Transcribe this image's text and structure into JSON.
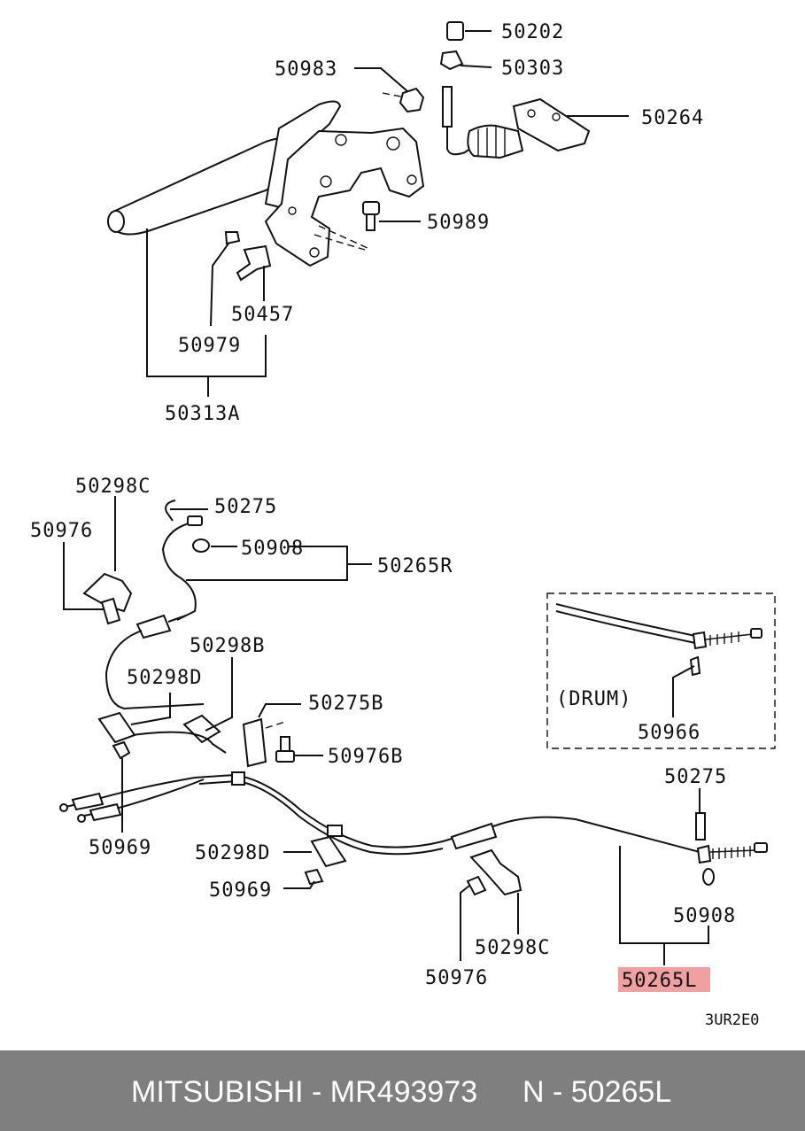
{
  "labels": {
    "p50202": "50202",
    "p50303": "50303",
    "p50983": "50983",
    "p50264": "50264",
    "p50989": "50989",
    "p50457": "50457",
    "p50979": "50979",
    "p50313A": "50313A",
    "p50298C_top": "50298C",
    "p50275_top": "50275",
    "p50976_left": "50976",
    "p50908_top": "50908",
    "p50265R": "50265R",
    "p50298B": "50298B",
    "p50298D_top": "50298D",
    "p50275B": "50275B",
    "p50976B": "50976B",
    "p50969_left": "50969",
    "p50298D_bottom": "50298D",
    "p50969_bottom": "50969",
    "p50976_bottom": "50976",
    "p50298C_bottom": "50298C",
    "drum": "(DRUM)",
    "p50966": "50966",
    "p50275_right": "50275",
    "p50908_right": "50908",
    "p50265L": "50265L",
    "code": "3UR2E0"
  },
  "highlight_color": "#f0a0a0",
  "footer": {
    "left": "MITSUBISHI - MR493973",
    "right": "N - 50265L"
  }
}
